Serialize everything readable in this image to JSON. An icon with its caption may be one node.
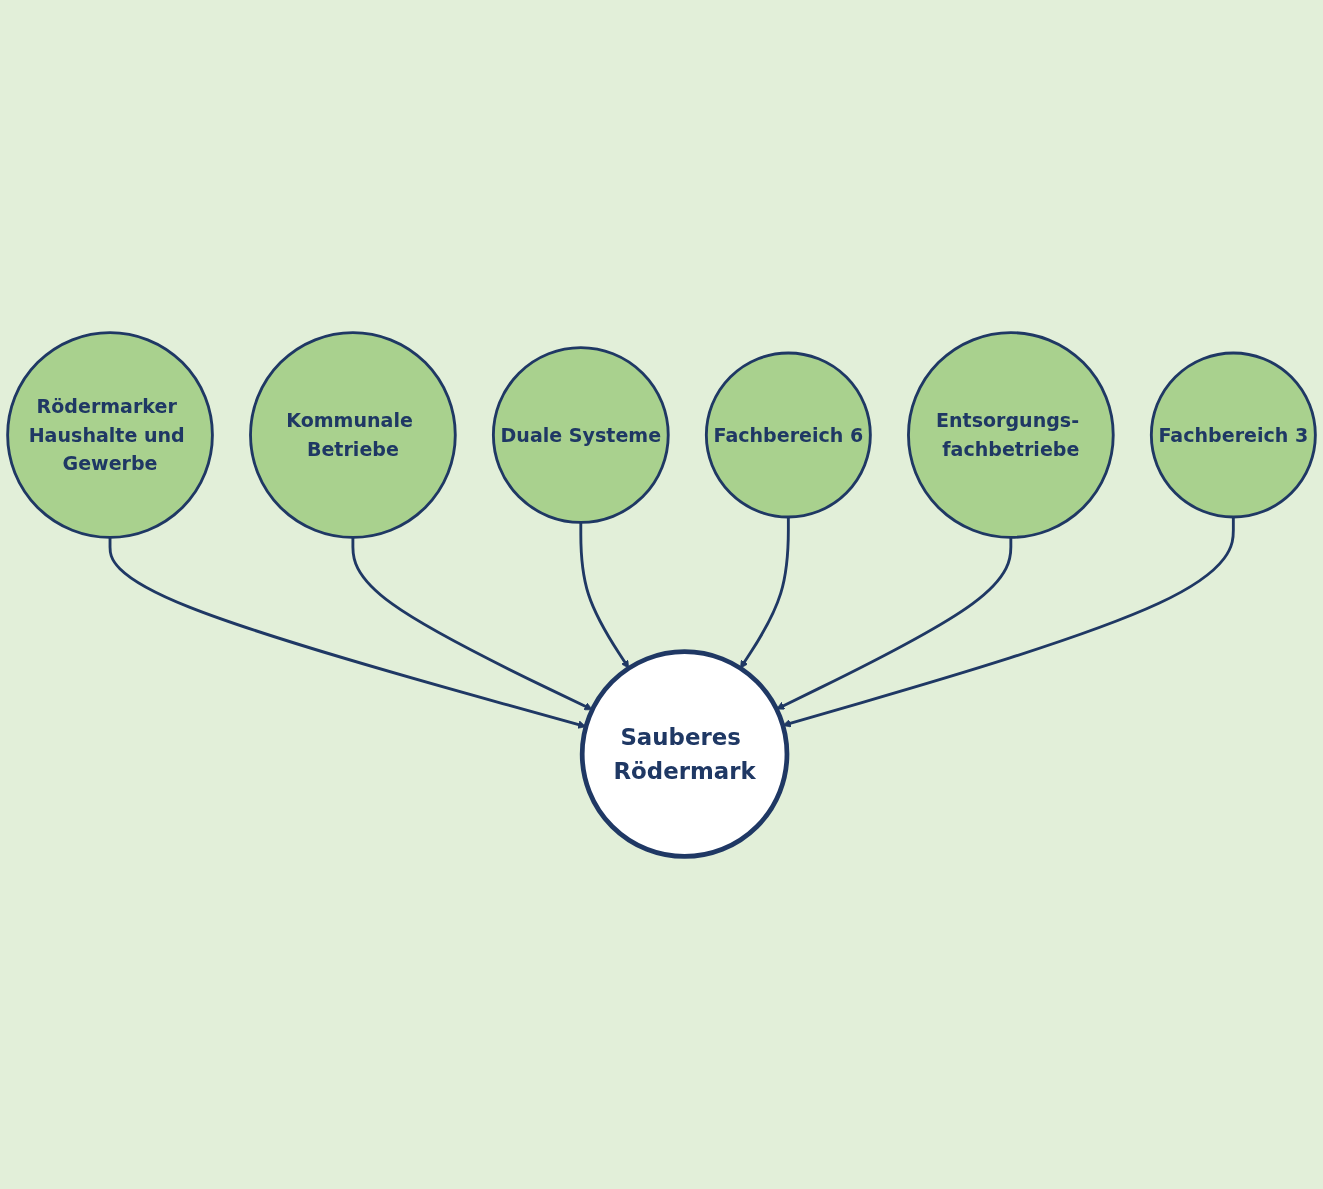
{
  "diagram": {
    "nodes": [
      {
        "text": [
          "Rödermarker Haushalte und Gewerbe"
        ]
      },
      {
        "text": [
          "Kommunale Betriebe"
        ]
      },
      {
        "text": [
          "Duale Systeme"
        ]
      },
      {
        "text": [
          "Sauberes Rödermark"
        ]
      },
      {
        "text": [
          "Fachbereich 6"
        ]
      },
      {
        "text": [
          "Entsorgungs- fachbetriebe"
        ]
      },
      {
        "text": [
          "Fachbereich 3"
        ]
      }
    ],
    "edges": [
      {
        "from": 0,
        "to": 3,
        "arrow": "to"
      },
      {
        "from": 1,
        "to": 3,
        "arrow": "to"
      },
      {
        "from": 2,
        "to": 3,
        "arrow": "to"
      },
      {
        "from": 4,
        "to": 3,
        "arrow": "to"
      },
      {
        "from": 5,
        "to": 3,
        "arrow": "to"
      },
      {
        "from": 6,
        "to": 3,
        "arrow": "to"
      }
    ]
  }
}
